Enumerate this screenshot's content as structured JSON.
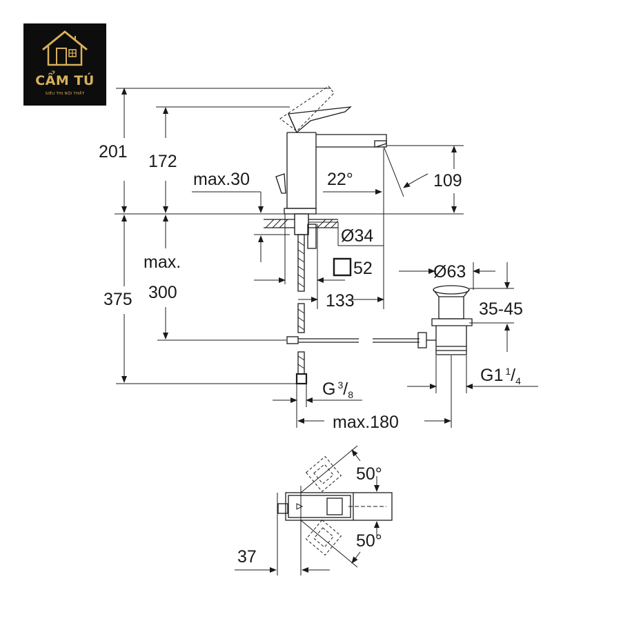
{
  "logo": {
    "brand": "CẨM TÚ",
    "tagline": "SIÊU THỊ NỘI THẤT",
    "icon": "house-icon",
    "color": "#d8b15a",
    "background": "#0d0d0d"
  },
  "dimensions": {
    "d201": "201",
    "d172": "172",
    "max30": "max.30",
    "angle22": "22°",
    "d109": "109",
    "dia34": "Ø34",
    "sq52": "52",
    "max_label": "max.",
    "d300": "300",
    "d375": "375",
    "d133": "133",
    "dia63": "Ø63",
    "d3545": "35-45",
    "g38_base": "G",
    "g38_num": "3",
    "g38_den": "8",
    "g114_base": "G1",
    "g114_num": "1",
    "g114_den": "4",
    "max180": "max.180",
    "angle50_top": "50°",
    "angle50_bottom": "50°",
    "d37": "37"
  }
}
